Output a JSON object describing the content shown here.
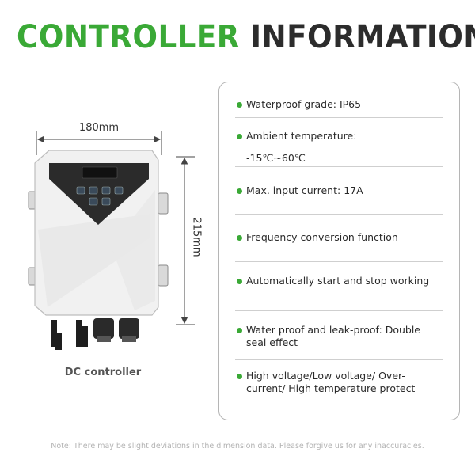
{
  "title": {
    "part1": "CONTROLLER",
    "part2": "INFORMATION"
  },
  "colors": {
    "accent": "#3aa936",
    "title_dark": "#2c2c2c",
    "panel_border": "#b5b5b5"
  },
  "dimensions": {
    "width": "180mm",
    "height": "215mm"
  },
  "caption": "DC controller",
  "specs": [
    {
      "text": "Waterproof grade: IP65",
      "sub": ""
    },
    {
      "text": "Ambient temperature:",
      "sub": "-15℃~60℃"
    },
    {
      "text": "Max. input current: 17A",
      "sub": ""
    },
    {
      "text": "Frequency conversion function",
      "sub": ""
    },
    {
      "text": "Automatically start and stop working",
      "sub": ""
    },
    {
      "text": "Water proof and leak-proof: Double seal effect",
      "sub": ""
    },
    {
      "text": "High voltage/Low voltage/ Over-current/ High temperature protect",
      "sub": ""
    }
  ],
  "note": "Note: There may be slight deviations in the dimension data. Please forgive us for any inaccuracies."
}
